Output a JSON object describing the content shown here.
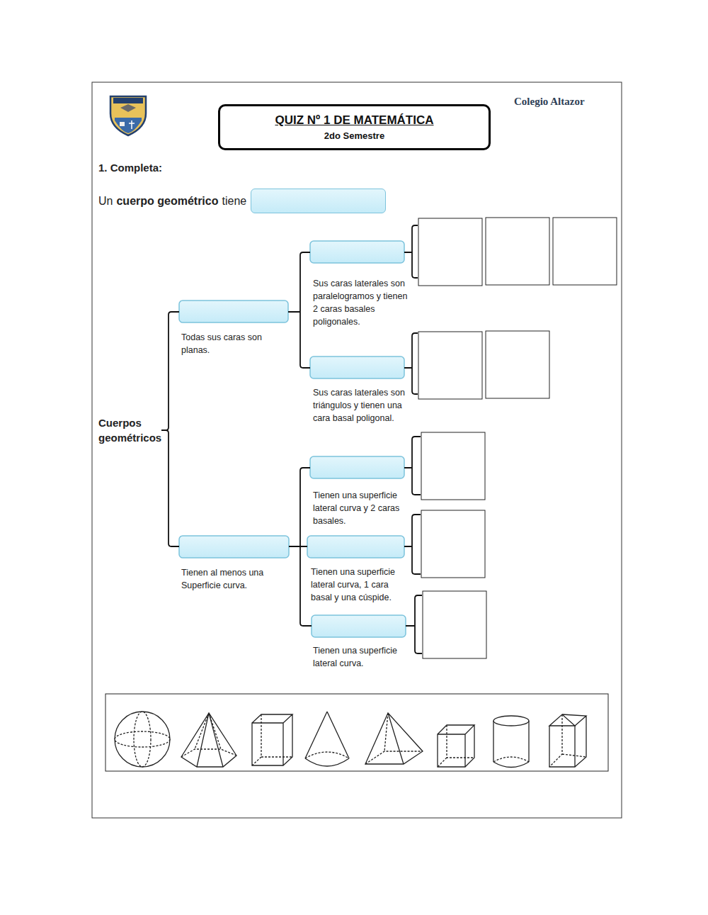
{
  "diagram": {
    "title": "QUIZ Nº 1 DE MATEMÁTICA",
    "nodes": [
      {
        "text": [
          "QUIZ Nº 1 DE MATEMÁTICA",
          "2do Semestre"
        ]
      }
    ],
    "labels": [
      "Colegio Altazor",
      "1. Completa:",
      "Un",
      "cuerpo geométrico",
      "tiene",
      "Cuerpos geométricos",
      "Todas sus caras son planas.",
      "Sus caras laterales son paralelogramos y tienen 2 caras basales poligonales.",
      "Sus caras laterales son triángulos y tienen una cara basal poligonal.",
      "Tienen al menos una Superficie curva.",
      "Tienen una superficie lateral curva y 2 caras basales.",
      "Tienen una superficie lateral curva, 1 cara basal y una cúspide.",
      "Tienen una superficie lateral curva."
    ]
  }
}
